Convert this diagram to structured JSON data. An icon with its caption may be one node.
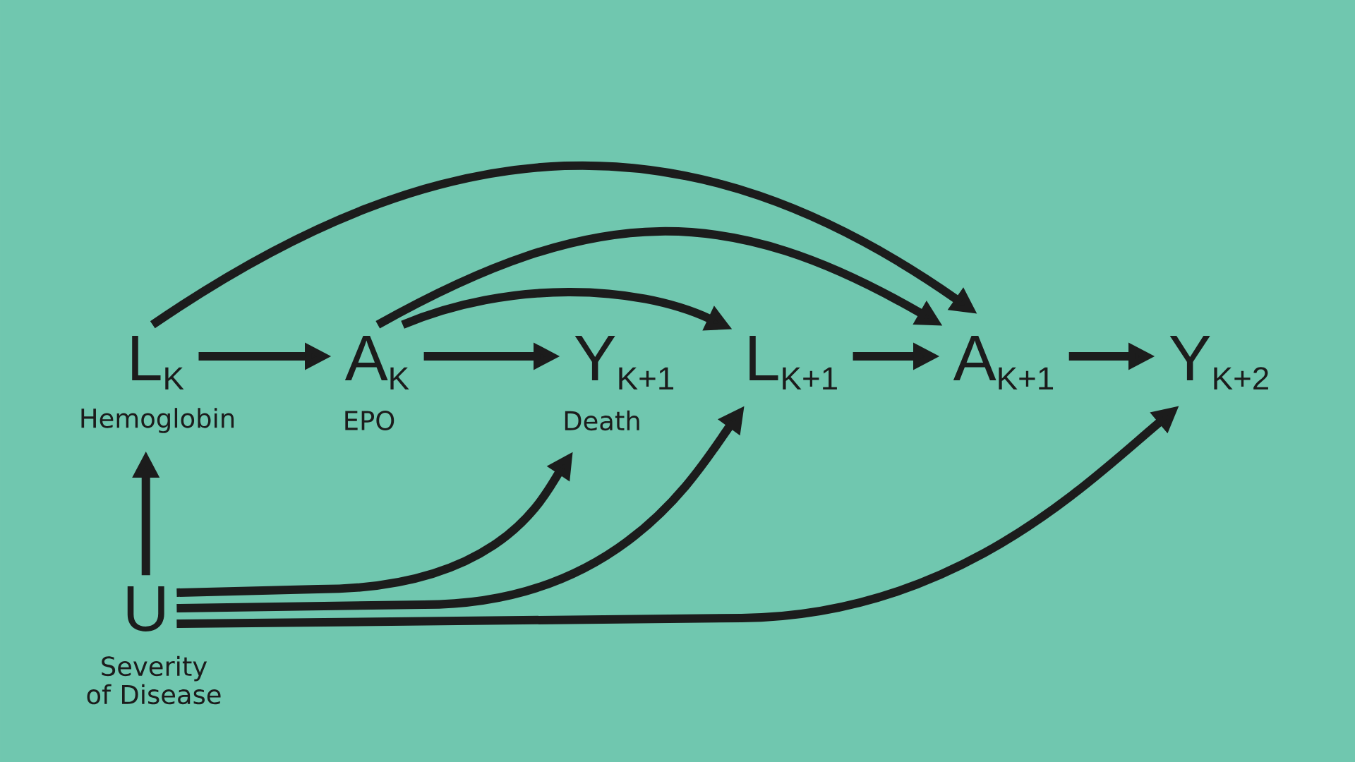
{
  "diagram": {
    "nodes": [
      {
        "text": [
          "L$_{K}$"
        ],
        "beside": [
          "Hemoglobin"
        ]
      },
      {
        "text": [
          "A$_{K}$"
        ],
        "beside": [
          "EPO"
        ]
      },
      {
        "text": [
          "Y$_{K+1}$"
        ],
        "beside": [
          "Death"
        ]
      },
      {
        "text": [
          "L$_{K+1}$"
        ]
      },
      {
        "text": [
          "A$_{K+1}$"
        ]
      },
      {
        "text": [
          "Y$_{K+2}$"
        ]
      },
      {
        "text": [
          "U"
        ],
        "beside": [
          "Severity of Disease"
        ]
      }
    ],
    "edges": [
      {
        "from": 0,
        "to": 1,
        "arrow": "to"
      },
      {
        "from": 1,
        "to": 2,
        "arrow": "to"
      },
      {
        "from": 3,
        "to": 4,
        "arrow": "to"
      },
      {
        "from": 4,
        "to": 5,
        "arrow": "to"
      },
      {
        "from": 0,
        "to": 4,
        "arrow": "to"
      },
      {
        "from": 1,
        "to": 4,
        "arrow": "to"
      },
      {
        "from": 1,
        "to": 3,
        "arrow": "to"
      },
      {
        "from": 6,
        "to": 0,
        "arrow": "to"
      },
      {
        "from": 6,
        "to": 2,
        "arrow": "to"
      },
      {
        "from": 6,
        "to": 3,
        "arrow": "to"
      },
      {
        "from": 6,
        "to": 5,
        "arrow": "to"
      }
    ]
  }
}
